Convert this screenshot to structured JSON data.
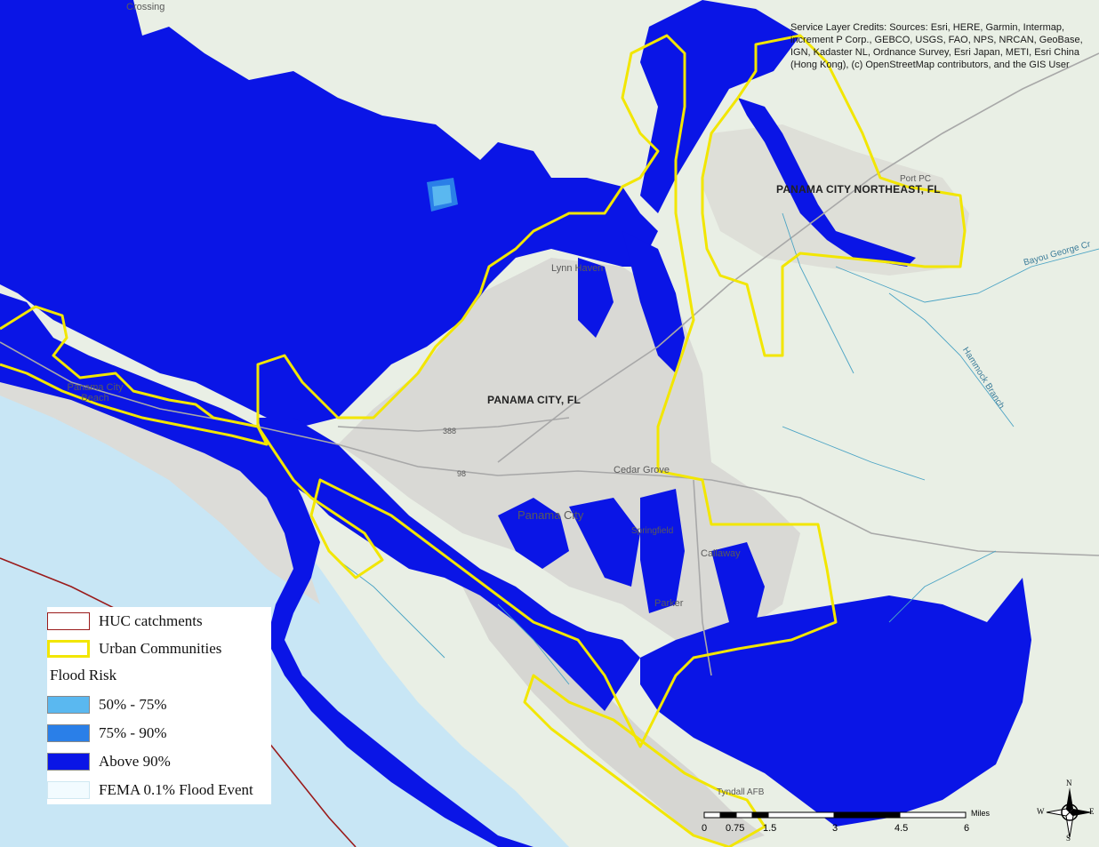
{
  "map": {
    "colors": {
      "land": "#e9efe5",
      "ocean": "#c8e6f5",
      "flood_above_90": "#0a15e6",
      "flood_75_90": "#2a7fe8",
      "flood_50_75": "#5ab8f0",
      "urban_outline": "#f2e600",
      "huc_outline": "#9a1b1b",
      "roads": "#a8a8a8",
      "developed": "#d6d6d2",
      "streams": "#4aa3c4"
    },
    "places": {
      "crossing": "Crossing",
      "lynn_haven": "Lynn Haven",
      "panama_city_beach": "Panama City Beach",
      "panama_city_fl": "PANAMA CITY, FL",
      "panama_city_northeast": "PANAMA CITY NORTHEAST, FL",
      "port_pc": "Port PC",
      "cedar_grove": "Cedar Grove",
      "panama_city": "Panama City",
      "springfield": "Springfield",
      "callaway": "Callaway",
      "parker": "Parker",
      "tyndall": "Tyndall AFB",
      "bayou_george": "Bayou George Cr",
      "hammock_branch": "Hammock Branch",
      "route_98": "98",
      "route_388": "388"
    },
    "credits": "Service Layer Credits: Sources: Esri, HERE, Garmin, Intermap, increment P Corp., GEBCO, USGS, FAO, NPS, NRCAN, GeoBase, IGN, Kadaster NL, Ordnance Survey, Esri Japan, METI, Esri China (Hong Kong), (c) OpenStreetMap contributors, and the GIS User"
  },
  "legend": {
    "huc": "HUC catchments",
    "urban": "Urban Communities",
    "flood_risk_title": "Flood Risk",
    "risk_50_75": "50% - 75%",
    "risk_75_90": "75% - 90%",
    "risk_above_90": "Above 90%",
    "fema": "FEMA 0.1% Flood Event"
  },
  "scale_bar": {
    "ticks": [
      "0",
      "0.75",
      "1.5",
      "3",
      "4.5",
      "6"
    ],
    "unit": "Miles"
  },
  "north_arrow": {
    "n": "N",
    "s": "S",
    "e": "E",
    "w": "W"
  }
}
